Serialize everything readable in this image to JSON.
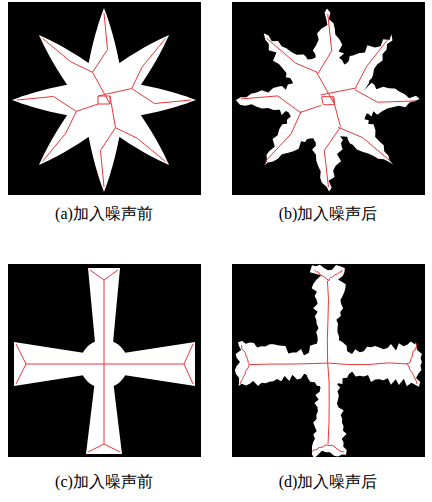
{
  "diagram": {
    "labels": [
      "(a)加入噪声前",
      "(b)加入噪声后",
      "(c)加入噪声前",
      "(d)加入噪声后"
    ]
  }
}
